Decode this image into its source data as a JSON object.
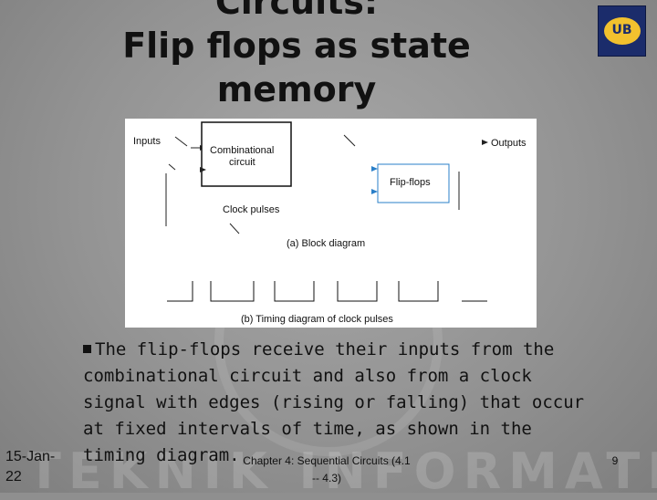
{
  "slide": {
    "title_line1": "Circuits:",
    "title_line2": "Flip flops as state",
    "title_line3": "memory",
    "logo_text": "UB",
    "watermark": "TEKNIK INFORMATIKA"
  },
  "figure": {
    "inputs_label": "Inputs",
    "comb_line1": "Combinational",
    "comb_line2": "circuit",
    "outputs_label": "Outputs",
    "flipflops_label": "Flip-flops",
    "clock_label": "Clock pulses",
    "caption_a": "(a) Block diagram",
    "caption_b": "(b) Timing diagram of clock pulses"
  },
  "body": {
    "text": "The flip-flops receive their inputs from the combinational circuit and also from a clock signal with edges (rising or falling) that occur at fixed intervals of time, as shown in the timing diagram."
  },
  "footer": {
    "date_line1": "15-Jan-",
    "date_line2": "22",
    "chapter_line1": "Chapter 4: Sequential Circuits (4.1",
    "chapter_line2": "-- 4.3)",
    "page_number": "9"
  },
  "colors": {
    "background": "#8f8f8f",
    "flipflop_box_border": "#2a7fc8",
    "text": "#111111"
  }
}
